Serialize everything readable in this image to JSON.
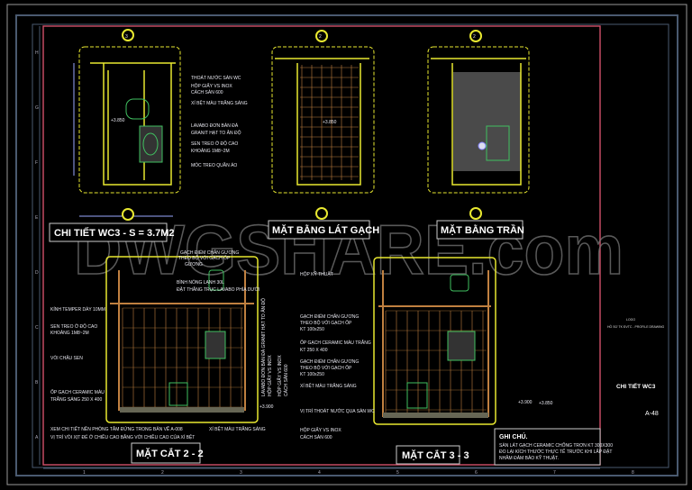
{
  "colors": {
    "background": "#000000",
    "frame_red": "#d0506a",
    "frame_blue": "#4a5a70",
    "wall": "#e8e830",
    "dim": "#9aa8ff",
    "fixture": "#40c060",
    "tile": "#c08040"
  },
  "watermark": "DWGSHARE.com",
  "row_letters": [
    "H",
    "G",
    "F",
    "E",
    "D",
    "C",
    "B",
    "A"
  ],
  "col_numbers": [
    "1",
    "2",
    "3",
    "4",
    "5",
    "6",
    "7",
    "8"
  ],
  "views": {
    "plan_wc3": {
      "title": "CHI TIẾT WC3 - S = 3.7M2",
      "axis": "3",
      "level": "+3.850",
      "notes": [
        "THOÁT NƯỚC SÀN WC",
        "HỘP GIẤY VS INOX",
        "CÁCH SÀN 600",
        "XÍ BỆT MÀU TRẮNG SÁNG",
        "LAVABO ĐƠN BÀN ĐÁ",
        "GRANIT HẠT TO ÂN ĐỘ",
        "SEN TREO Ở ĐỘ CAO",
        "KHOẢNG 1M8~2M",
        "MÓC TREO QUẦN ÁO"
      ]
    },
    "plan_tiling": {
      "title": "MẶT BẰNG LÁT GẠCH",
      "axis": "2",
      "level": "+3.850"
    },
    "plan_ceiling": {
      "title": "MẶT BẰNG TRẦN",
      "axis": "2"
    },
    "section_2_2": {
      "title": "MẶT CẮT 2 - 2",
      "level": "+3.900",
      "notes": [
        "GẠCH ĐIỂM CHÂN GƯƠNG",
        "THEO BỘ VỚI GẠCH ỐP",
        "GƯƠNG",
        "BÌNH NÓNG LẠNH 30L",
        "ĐẶT THẲNG TRỤC LAVABO PHÍA DƯỚI",
        "KÍNH TEMPER DÀY 10MM",
        "SEN TREO Ở ĐỘ CAO",
        "KHOẢNG 1M8~2M",
        "VÒI CHẬU SEN",
        "ỐP GẠCH CERAMIC MÀU",
        "TRẮNG SÁNG 250 X 400",
        "XEM CHI TIẾT NỀN PHÒNG TẮM ĐỨNG TRONG BẢN VẼ A-008",
        "VỊ TRÍ VÒI XỊT ĐỂ Ở CHIỀU CAO BẰNG VỚI CHIỀU CAO CỦA XÍ BỆT",
        "XÍ BỆT MÀU TRẮNG SÁNG",
        "LAVABO ĐƠN BÀN ĐÁ GRANIT HẠT TO ÂN ĐỘ",
        "HỘP GIẤY VS INOX"
      ]
    },
    "section_3_3": {
      "title": "MẶT CẮT 3 - 3",
      "levels": [
        "+3.900",
        "+3.850"
      ],
      "notes": [
        "HỘP KỸ THUẬT",
        "GẠCH ĐIỂM CHÂN GƯƠNG",
        "THEO BỘ VỚI GẠCH ỐP",
        "KT 100x250",
        "ỐP GẠCH CERAMIC MÀU TRẮNG",
        "KT 250 X 400",
        "GẠCH ĐIỂM CHÂN GƯƠNG",
        "THEO BỘ VỚI GẠCH ỐP",
        "KT 100x250",
        "XÍ BỆT MÀU TRẮNG SÁNG",
        "VỊ TRÍ THOÁT NƯỚC QUA SÀN WC",
        "HỘP GIẤY VS INOX",
        "CÁCH SÀN 600",
        "HỘP GIẤY VS INOX",
        "CÁCH SÀN 600"
      ]
    }
  },
  "notes_box": {
    "title": "GHI CHÚ.",
    "lines": [
      "SÀN LÁT GẠCH CERAMIC CHỐNG TRƠN KT 300X300",
      "ĐO LẠI KÍCH THƯỚC THỰC TẾ TRƯỚC KHI LẮP ĐẶT",
      "NHẰM ĐẢM BẢO KỸ THUẬT."
    ]
  },
  "title_block": {
    "label": "LOGO",
    "project": "HỒ SƠ TK ĐVTC - PROFILE DRAWING",
    "sheet_title": "CHI TIẾT WC3",
    "sheet_number": "A-48"
  }
}
